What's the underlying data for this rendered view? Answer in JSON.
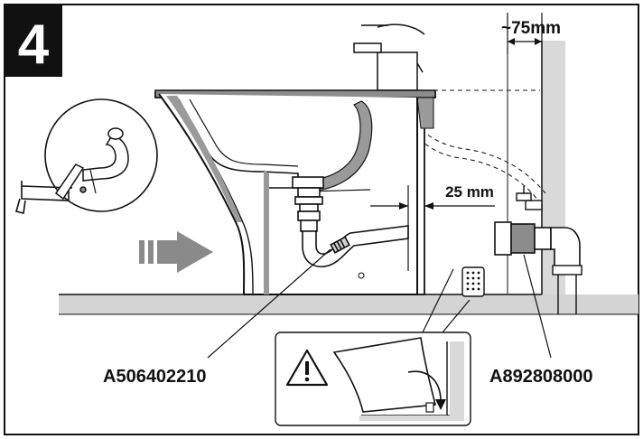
{
  "step": {
    "number": "4"
  },
  "dimensions": {
    "wall_gap": "~75mm",
    "pipe_offset": "25 mm"
  },
  "parts": {
    "trap_code": "A506402210",
    "connector_code": "A892808000"
  },
  "colors": {
    "ink": "#111111",
    "floor": "#d4d4d4",
    "wall": "#d9d9d9",
    "arrow": "#8a8a8a",
    "badge": "#111111",
    "seal": "#7a7a7a"
  },
  "icons": [
    "hacksaw-icon",
    "warning-icon",
    "direction-arrow-icon"
  ]
}
